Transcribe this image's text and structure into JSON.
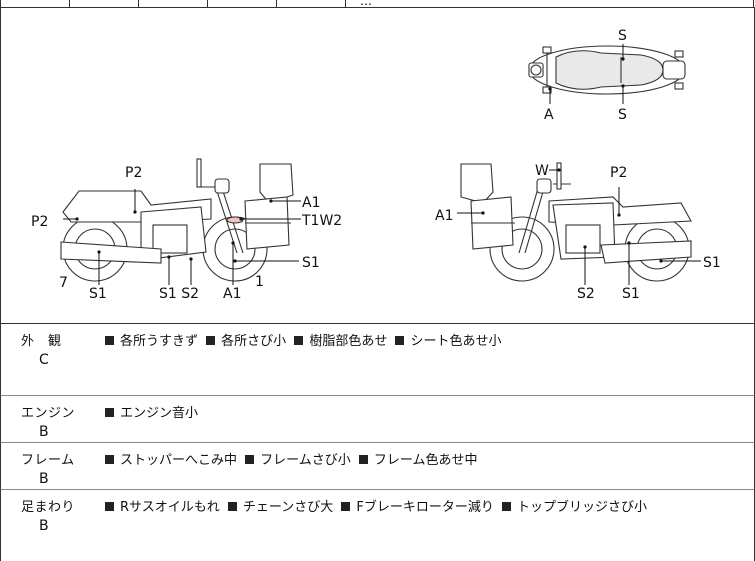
{
  "top_row_partial_text": "…",
  "diagram": {
    "top_view": {
      "labels": [
        "S",
        "A",
        "S"
      ]
    },
    "left_view": {
      "labels": [
        "P2",
        "P2",
        "A1",
        "T1W2",
        "S1",
        "7",
        "S1",
        "S1 S2",
        "A1",
        "1"
      ]
    },
    "right_view": {
      "labels": [
        "W",
        "P2",
        "A1",
        "S1",
        "S2",
        "S1"
      ]
    }
  },
  "sections": [
    {
      "category": "外　観",
      "grade": "C",
      "items": [
        "各所うすきず",
        "各所さび小",
        "樹脂部色あせ",
        "シート色あせ小"
      ]
    },
    {
      "category": "エンジン",
      "grade": "B",
      "items": [
        "エンジン音小"
      ]
    },
    {
      "category": "フレーム",
      "grade": "B",
      "items": [
        "ストッパーへこみ中",
        "フレームさび小",
        "フレーム色あせ中"
      ]
    },
    {
      "category": "足まわり",
      "grade": "B",
      "items": [
        "Rサスオイルもれ",
        "チェーンさび大",
        "Fブレーキローター減り",
        "トップブリッジさび小"
      ]
    }
  ]
}
